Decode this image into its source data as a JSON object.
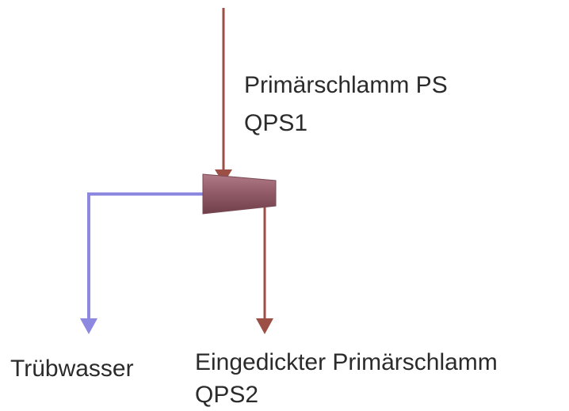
{
  "inlet": {
    "name": "Primärschlamm PS",
    "flow": "QPS1"
  },
  "outlet_left": {
    "name": "Trübwasser"
  },
  "outlet_bottom": {
    "name": "Eingedickter Primärschlamm",
    "flow": "QPS2"
  },
  "colors": {
    "sludge_line": "#9c4f45",
    "water_line": "#8d88e0",
    "thickener_fill": "#8f5a66",
    "label_text": "#2b2b2b"
  }
}
